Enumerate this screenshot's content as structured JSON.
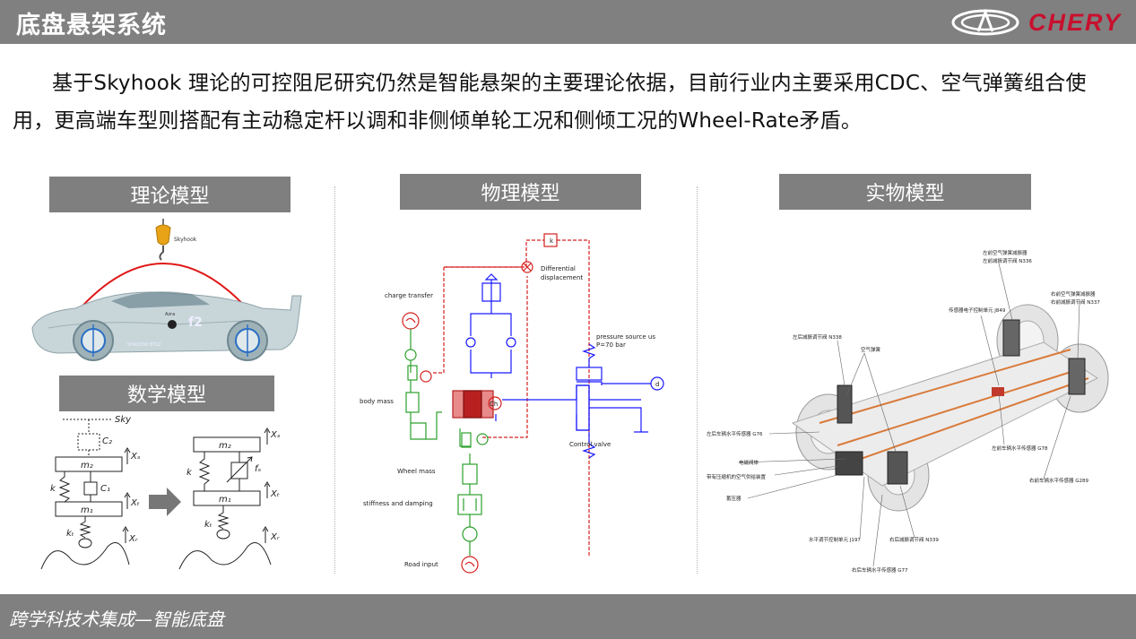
{
  "header": {
    "title": "底盘悬架系统",
    "brand": "CHERY"
  },
  "intro": "基于Skyhook 理论的可控阻尼研究仍然是智能悬架的主要理论依据，目前行业内主要采用CDC、空气弹簧组合使用，更高端车型则搭配有主动稳定杆以调和非侧倾单轮工况和侧倾工况的Wheel-Rate矛盾。",
  "panels": {
    "theory": {
      "title": "理论模型",
      "hook_label": "Skyhook",
      "car_labels": [
        "Azra",
        "SHADOW BTS2",
        "f2"
      ]
    },
    "math": {
      "title": "数学模型",
      "left": {
        "sky": "Sky",
        "c2": "C₂",
        "m2": "m₂",
        "xs": "Xₛ",
        "k": "k",
        "c1": "C₁",
        "m1": "m₁",
        "xt": "Xₜ",
        "kt": "kₜ",
        "xr": "Xᵣ"
      },
      "right": {
        "m2": "m₂",
        "xs": "Xₛ",
        "k": "k",
        "fs": "fₛ",
        "m1": "m₁",
        "xt": "Xₜ",
        "kt": "kₜ",
        "xr": "Xᵣ"
      }
    },
    "physical": {
      "title": "物理模型",
      "labels": {
        "k": "k",
        "diff1": "Differential",
        "diff2": "displacement",
        "charge": "charge transfer",
        "pressure1": "pressure source us",
        "pressure2": "P=70 bar",
        "body": "body mass",
        "ch": "Ch",
        "d": "d",
        "valve": "Control valve",
        "wheel": "Wheel mass",
        "stiff": "stiffness and damping",
        "road": "Road input"
      }
    },
    "real": {
      "title": "实物模型",
      "labels": [
        "左前空气弹簧减振器",
        "左前减振调节阀 N336",
        "右前空气弹簧减振器",
        "右前减振调节阀 N337",
        "传感器电子控制单元 J849",
        "左后减振调节阀 N338",
        "空气弹簧",
        "左后车辆水平传感器 G76",
        "左前车辆水平传感器 G78",
        "电磁阀体",
        "带有压缩机的空气供给装置",
        "右前车辆水平传感器 G289",
        "蓄压器",
        "水平调节控制单元 J197",
        "右后减振调节阀 N339",
        "右后车辆水平传感器 G77"
      ]
    }
  },
  "footer": "跨学科技术集成—智能底盘",
  "colors": {
    "bar": "#808080",
    "brand": "#c8102e",
    "hook": "#e8a317",
    "rope": "#e01818",
    "green": "#2ca02c",
    "blue": "#1a1aff",
    "red": "#d62020"
  }
}
